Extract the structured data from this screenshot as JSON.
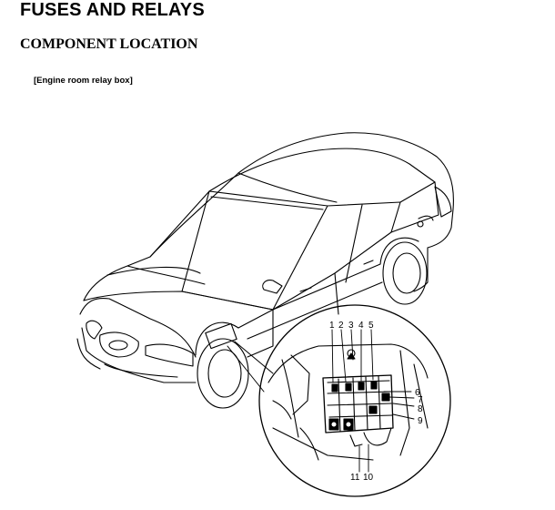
{
  "header": {
    "title": "FUSES AND RELAYS",
    "subtitle": "COMPONENT LOCATION"
  },
  "figure": {
    "caption": "[Engine room relay box]",
    "callouts": [
      "1",
      "2",
      "3",
      "4",
      "5",
      "6",
      "7",
      "8",
      "9",
      "10",
      "11"
    ]
  }
}
